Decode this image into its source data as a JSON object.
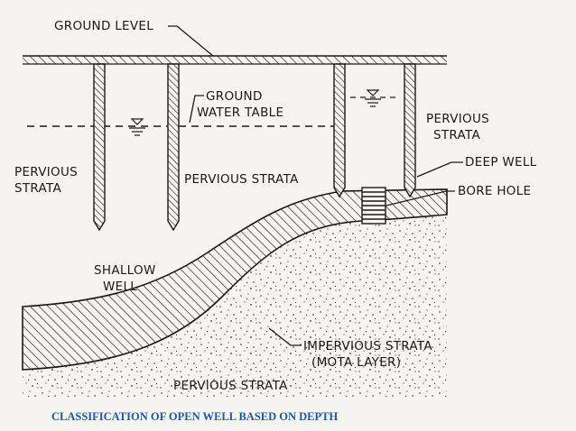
{
  "diagram": {
    "labels": {
      "ground_level": "GROUND LEVEL",
      "ground_water_table_1": "GROUND",
      "ground_water_table_2": "WATER TABLE",
      "pervious_strata_top_right_1": "PERVIOUS",
      "pervious_strata_top_right_2": "STRATA",
      "deep_well": "DEEP WELL",
      "pervious_strata_left_1": "PERVIOUS",
      "pervious_strata_left_2": "STRATA",
      "pervious_strata_middle": "PERVIOUS STRATA",
      "bore_hole": "BORE HOLE",
      "shallow_well_1": "SHALLOW",
      "shallow_well_2": "WELL",
      "impervious_strata_1": "IMPERVIOUS STRATA",
      "impervious_strata_2": "(MOTA LAYER)",
      "pervious_strata_bottom": "PERVIOUS STRATA"
    },
    "colors": {
      "ink": "#1a1a1a",
      "caption": "#1f57a8",
      "background": "#f6f4f0"
    }
  },
  "caption": "CLASSIFICATION OF OPEN WELL BASED  ON DEPTH"
}
